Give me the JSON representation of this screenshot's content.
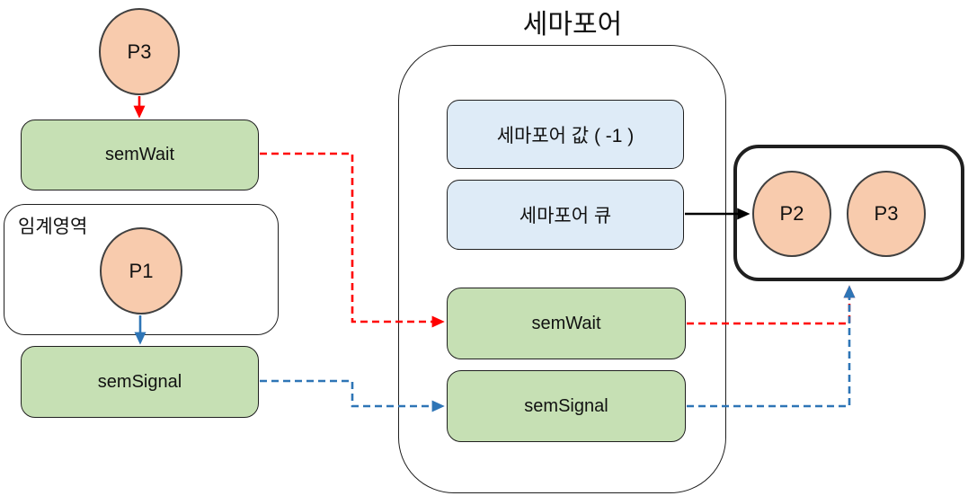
{
  "diagram_title": "세마포어",
  "left": {
    "incoming_process": "P3",
    "semwait_label": "semWait",
    "critical_section_label": "임계영역",
    "process_in_critical_section": "P1",
    "semsignal_label": "semSignal"
  },
  "semaphore": {
    "title": "세마포어",
    "value_box_label": "세마포어 값 ( -1 )",
    "queue_box_label": "세마포어 큐",
    "semwait_label": "semWait",
    "semsignal_label": "semSignal"
  },
  "queue": {
    "processes": [
      "P2",
      "P3"
    ]
  },
  "colors": {
    "process_fill": "#F8CBAD",
    "operation_fill": "#C6E0B4",
    "attribute_fill": "#DEEBF7",
    "wait_arrow": "#FF0000",
    "signal_arrow": "#2E75B6",
    "outline": "#1f1f1f"
  }
}
